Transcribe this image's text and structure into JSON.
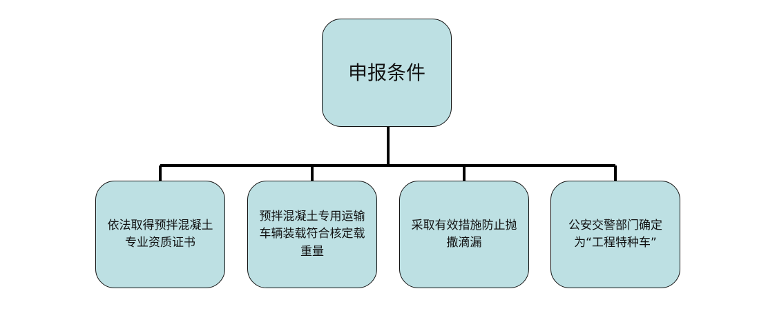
{
  "diagram": {
    "root": {
      "label": "申报条件"
    },
    "children": [
      {
        "label": "依法取得预拌混凝土专业资质证书"
      },
      {
        "label": "预拌混凝土专用运输车辆装载符合核定载重量"
      },
      {
        "label": "采取有效措施防止抛撒滴漏"
      },
      {
        "label": "公安交警部门确定为“工程特种车”"
      }
    ],
    "colors": {
      "node_fill": "#bde0e3",
      "node_border": "#111111",
      "connector": "#000000",
      "text": "#111111"
    }
  }
}
